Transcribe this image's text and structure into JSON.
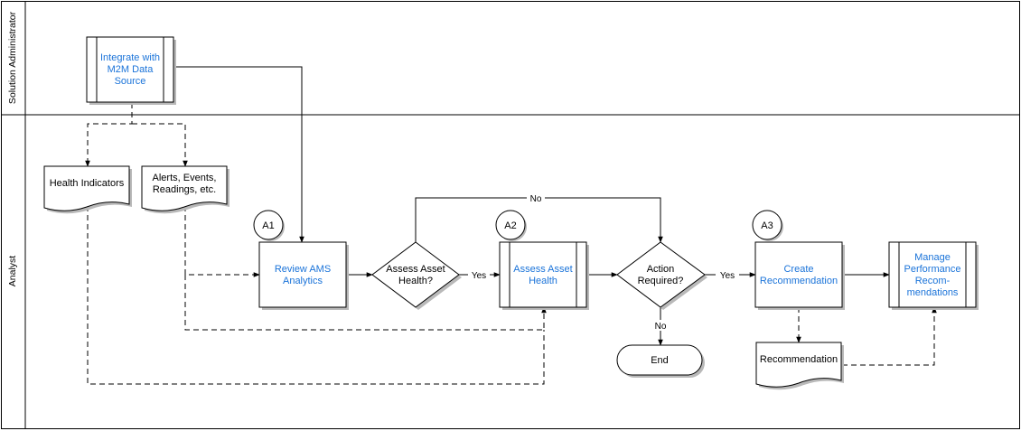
{
  "lanes": [
    {
      "label": "Solution Administrator"
    },
    {
      "label": "Analyst"
    }
  ],
  "steps": [
    {
      "id": "integrate",
      "lines": [
        "Integrate with",
        "M2M Data",
        "Source"
      ],
      "is_link": true
    },
    {
      "id": "review",
      "lines": [
        "Review AMS",
        "Analytics"
      ],
      "is_link": true,
      "badge": "A1"
    },
    {
      "id": "assess-health",
      "lines": [
        "Assess Asset",
        "Health"
      ],
      "is_link": true,
      "badge": "A2"
    },
    {
      "id": "create-rec",
      "lines": [
        "Create",
        "Recommendation"
      ],
      "is_link": true,
      "badge": "A3"
    },
    {
      "id": "manage-perf",
      "lines": [
        "Manage",
        "Performance",
        "Recom-",
        "mendations"
      ],
      "is_link": true
    }
  ],
  "decisions": [
    {
      "id": "assess-decision",
      "lines": [
        "Assess Asset",
        "Health?"
      ]
    },
    {
      "id": "action-decision",
      "lines": [
        "Action",
        "Required?"
      ]
    }
  ],
  "documents": [
    {
      "id": "health-indicators",
      "lines": [
        "Health Indicators"
      ]
    },
    {
      "id": "alerts-events",
      "lines": [
        "Alerts, Events,",
        "Readings, etc."
      ]
    },
    {
      "id": "recommendation-doc",
      "lines": [
        "Recommendation"
      ]
    }
  ],
  "terminal": {
    "label": "End"
  },
  "connector_labels": {
    "yes_1": "Yes",
    "yes_2": "Yes",
    "no_top": "No",
    "no_down": "No"
  },
  "colors": {
    "link": "#1a73d9",
    "shade": "#b9b9b9",
    "line": "#000000"
  }
}
